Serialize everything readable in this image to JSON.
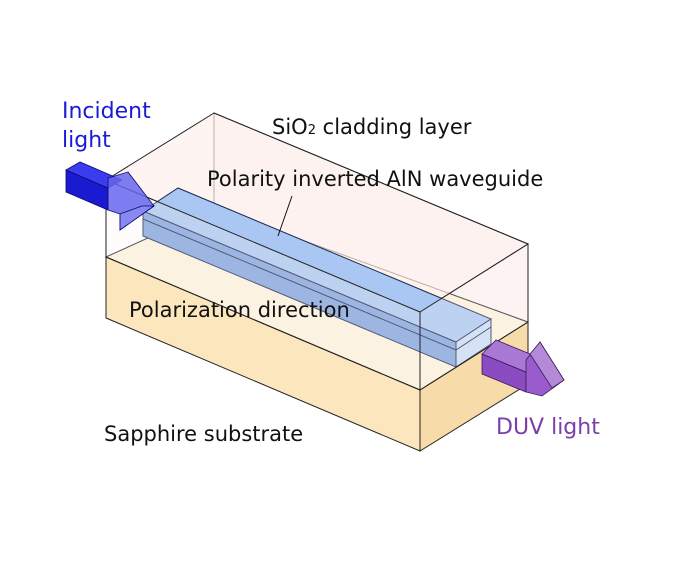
{
  "labels": {
    "incident_line1": "Incident",
    "incident_line2": "light",
    "sio2_main": "SiO",
    "sio2_sub": "2",
    "sio2_rest": " cladding layer",
    "waveguide": "Polarity inverted AlN waveguide",
    "polarization": "Polarization direction",
    "substrate": "Sapphire substrate",
    "duv": "DUV light"
  },
  "colors": {
    "incident_text": "#1a1adb",
    "duv_text": "#7a3fa8",
    "body_text": "#111111",
    "substrate_top": "#fdf3dc",
    "substrate_front": "#fbe6bd",
    "substrate_side": "#f7dcaa",
    "cladding_fill": "#fdf1ee",
    "waveguide_top": "#a9c7f2",
    "waveguide_front": "#7ea3dd",
    "waveguide_end": "#c8ddf7",
    "incident_arrow": "#2a2ae8",
    "duv_arrow": "#8a4cc0"
  }
}
